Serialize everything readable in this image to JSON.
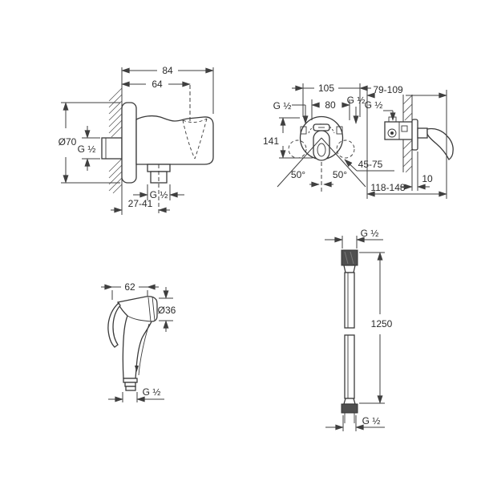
{
  "meta": {
    "line_color": "#3f3f3f",
    "text_color": "#2b2b2b",
    "dark_fill": "#4f4f4f",
    "background": "#ffffff"
  },
  "wall_union": {
    "width_total": "84",
    "width_to_holder": "64",
    "plate_diameter": "Ø70",
    "inlet_thread": "G ½",
    "outlet_thread": "G ½",
    "wall_depth_range": "27-41"
  },
  "mixer_front": {
    "width_total": "105",
    "port_spacing": "80",
    "thread_left": "G ½",
    "thread_right": "G ½",
    "height": "141",
    "angle_left": "50°",
    "angle_right": "50°",
    "supply_depth_range": "45-75"
  },
  "mixer_side": {
    "install_depth_range": "79-109",
    "thread": "G ½",
    "plate_depth": "10",
    "total_depth_range": "118-148"
  },
  "hand_shower": {
    "width": "62",
    "head_diameter": "Ø36",
    "thread": "G ½"
  },
  "hose": {
    "thread_top": "G ½",
    "length": "1250",
    "thread_bottom": "G ½"
  }
}
